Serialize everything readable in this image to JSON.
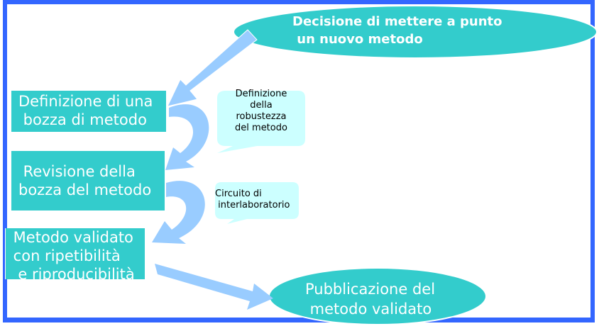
{
  "colors": {
    "frame": "#3366ff",
    "node_fill": "#33cccc",
    "arrow_fill": "#99ccff",
    "callout_fill": "#ccffff"
  },
  "nodes": {
    "start": "Decisione di mettere a punto\n un nuovo metodo",
    "draft": "Definizione di una\n bozza di metodo",
    "revision": " Revisione della\nbozza del metodo",
    "validated": " Metodo validato\n con ripetibilità\n  e riproducibilità",
    "publication": "Pubblicazione del\n metodo validato"
  },
  "callouts": {
    "robustness": "Definizione\ndella\nrobustezza\ndel metodo",
    "interlab": "Circuito di\n interlaboratorio"
  }
}
